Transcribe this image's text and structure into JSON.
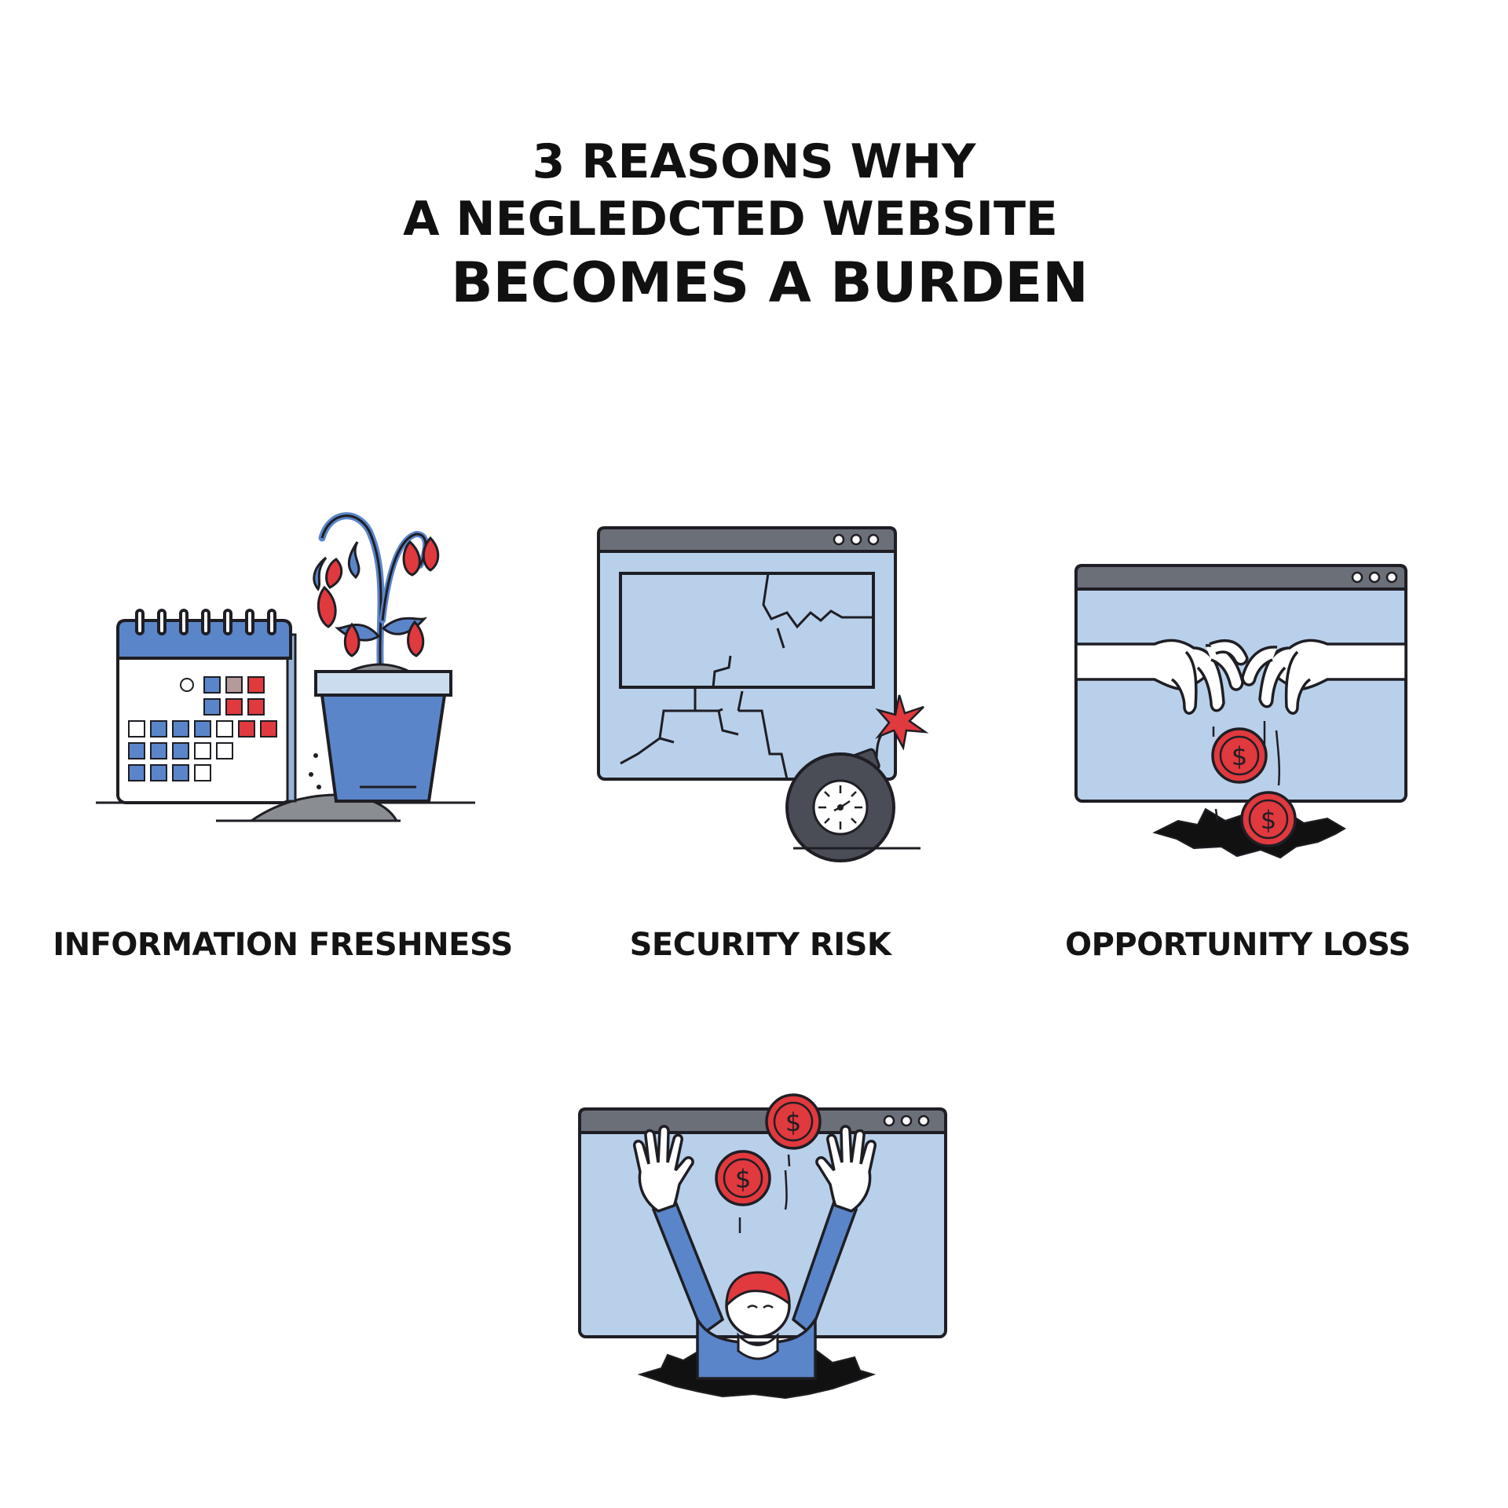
{
  "title": {
    "line1": "3 REASONS WHY",
    "line2": "A NEGLEDCTED WEBSITE",
    "line3": "BECOMES A BURDEN"
  },
  "reasons": [
    {
      "label": "INFORMATION FRESHNESS",
      "icon": "calendar-and-wilting-plant-icon"
    },
    {
      "label": "SECURITY RISK",
      "icon": "cracked-browser-with-bomb-icon"
    },
    {
      "label": "OPPORTUNITY LOSS",
      "icon": "browser-with-hands-dropping-coins-icon"
    }
  ],
  "bottom_illustration": {
    "icon": "person-sinking-in-browser-with-coins-icon"
  },
  "colors": {
    "browser_fill": "#b9d0ea",
    "browser_bar": "#6b6f78",
    "blue": "#5b85c9",
    "red": "#e0393e",
    "dark": "#1e1e24",
    "bomb": "#4a4d55"
  }
}
